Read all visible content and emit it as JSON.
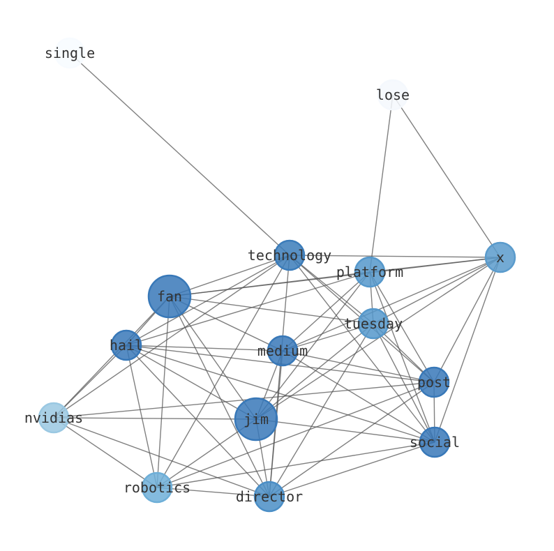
{
  "graph": {
    "nodes": [
      {
        "id": "single",
        "label": "single",
        "color": "#f7fbff",
        "size": "small"
      },
      {
        "id": "lose",
        "label": "lose",
        "color": "#f4f8fd",
        "size": "small"
      },
      {
        "id": "technology",
        "label": "technology",
        "color": "#3b7cba",
        "size": "small"
      },
      {
        "id": "platform",
        "label": "platform",
        "color": "#5598cb",
        "size": "small"
      },
      {
        "id": "x",
        "label": "x",
        "color": "#5a9bcc",
        "size": "small"
      },
      {
        "id": "fan",
        "label": "fan",
        "color": "#3878b8",
        "size": "large"
      },
      {
        "id": "tuesday",
        "label": "tuesday",
        "color": "#5598cb",
        "size": "small"
      },
      {
        "id": "hail",
        "label": "hail",
        "color": "#3878b8",
        "size": "small"
      },
      {
        "id": "medium",
        "label": "medium",
        "color": "#3878b8",
        "size": "small"
      },
      {
        "id": "post",
        "label": "post",
        "color": "#3878b8",
        "size": "small"
      },
      {
        "id": "nvidias",
        "label": "nvidias",
        "color": "#9ac8e2",
        "size": "small"
      },
      {
        "id": "jim",
        "label": "jim",
        "color": "#3878b8",
        "size": "large"
      },
      {
        "id": "social",
        "label": "social",
        "color": "#3878b8",
        "size": "small"
      },
      {
        "id": "robotics",
        "label": "robotics",
        "color": "#6eafd8",
        "size": "small"
      },
      {
        "id": "director",
        "label": "director",
        "color": "#4a8ec6",
        "size": "small"
      }
    ],
    "edges": [
      [
        "single",
        "technology"
      ],
      [
        "lose",
        "platform"
      ],
      [
        "lose",
        "x"
      ],
      [
        "technology",
        "x"
      ],
      [
        "technology",
        "fan"
      ],
      [
        "technology",
        "hail"
      ],
      [
        "technology",
        "nvidias"
      ],
      [
        "technology",
        "robotics"
      ],
      [
        "technology",
        "director"
      ],
      [
        "technology",
        "tuesday"
      ],
      [
        "technology",
        "post"
      ],
      [
        "technology",
        "social"
      ],
      [
        "fan",
        "platform"
      ],
      [
        "fan",
        "x"
      ],
      [
        "fan",
        "hail"
      ],
      [
        "fan",
        "nvidias"
      ],
      [
        "fan",
        "jim"
      ],
      [
        "fan",
        "director"
      ],
      [
        "fan",
        "medium"
      ],
      [
        "fan",
        "tuesday"
      ],
      [
        "fan",
        "robotics"
      ],
      [
        "hail",
        "platform"
      ],
      [
        "hail",
        "medium"
      ],
      [
        "hail",
        "post"
      ],
      [
        "hail",
        "social"
      ],
      [
        "hail",
        "jim"
      ],
      [
        "hail",
        "director"
      ],
      [
        "hail",
        "robotics"
      ],
      [
        "hail",
        "nvidias"
      ],
      [
        "platform",
        "tuesday"
      ],
      [
        "platform",
        "post"
      ],
      [
        "platform",
        "social"
      ],
      [
        "platform",
        "medium"
      ],
      [
        "platform",
        "jim"
      ],
      [
        "platform",
        "x"
      ],
      [
        "x",
        "tuesday"
      ],
      [
        "x",
        "medium"
      ],
      [
        "x",
        "jim"
      ],
      [
        "x",
        "post"
      ],
      [
        "x",
        "social"
      ],
      [
        "tuesday",
        "medium"
      ],
      [
        "tuesday",
        "post"
      ],
      [
        "tuesday",
        "social"
      ],
      [
        "tuesday",
        "jim"
      ],
      [
        "tuesday",
        "director"
      ],
      [
        "medium",
        "post"
      ],
      [
        "medium",
        "social"
      ],
      [
        "medium",
        "jim"
      ],
      [
        "medium",
        "director"
      ],
      [
        "post",
        "nvidias"
      ],
      [
        "post",
        "robotics"
      ],
      [
        "post",
        "social"
      ],
      [
        "post",
        "director"
      ],
      [
        "jim",
        "social"
      ],
      [
        "jim",
        "nvidias"
      ],
      [
        "jim",
        "robotics"
      ],
      [
        "jim",
        "director"
      ],
      [
        "social",
        "robotics"
      ],
      [
        "social",
        "director"
      ],
      [
        "nvidias",
        "robotics"
      ],
      [
        "nvidias",
        "director"
      ],
      [
        "robotics",
        "director"
      ]
    ],
    "edge_color": "#555555"
  }
}
